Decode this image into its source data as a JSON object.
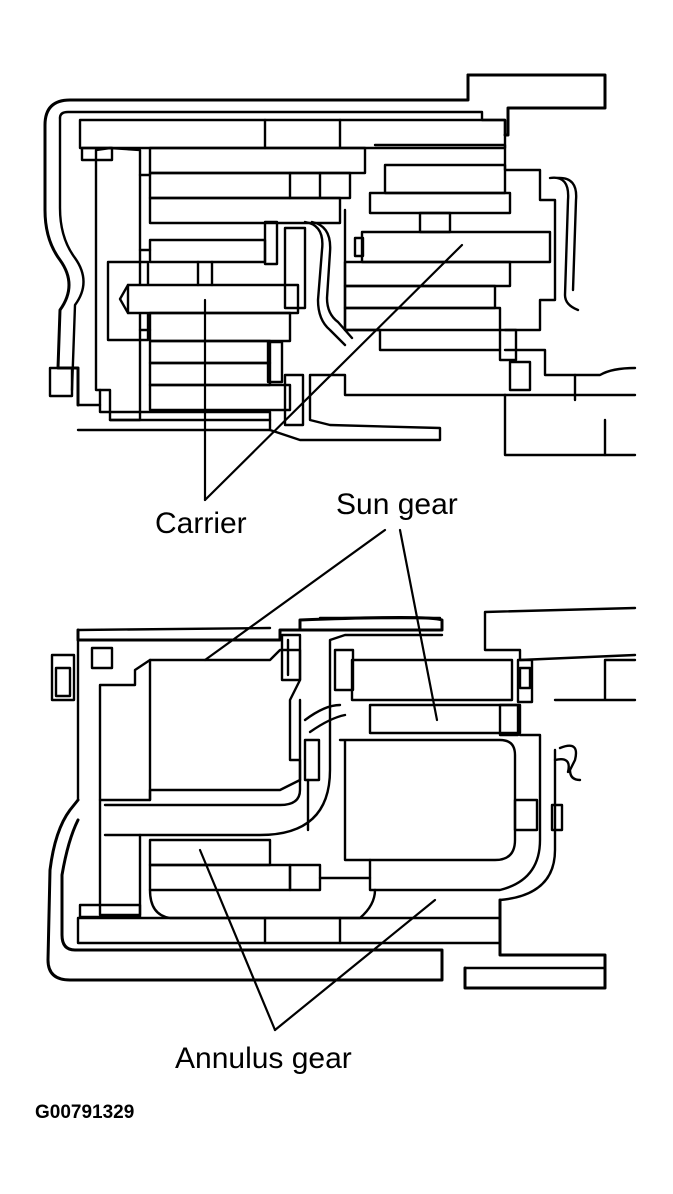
{
  "labels": {
    "carrier": "Carrier",
    "sun_gear": "Sun gear",
    "annulus_gear": "Annulus gear"
  },
  "figure_id": "G00791329",
  "colors": {
    "line": "#000000",
    "background": "#ffffff"
  }
}
